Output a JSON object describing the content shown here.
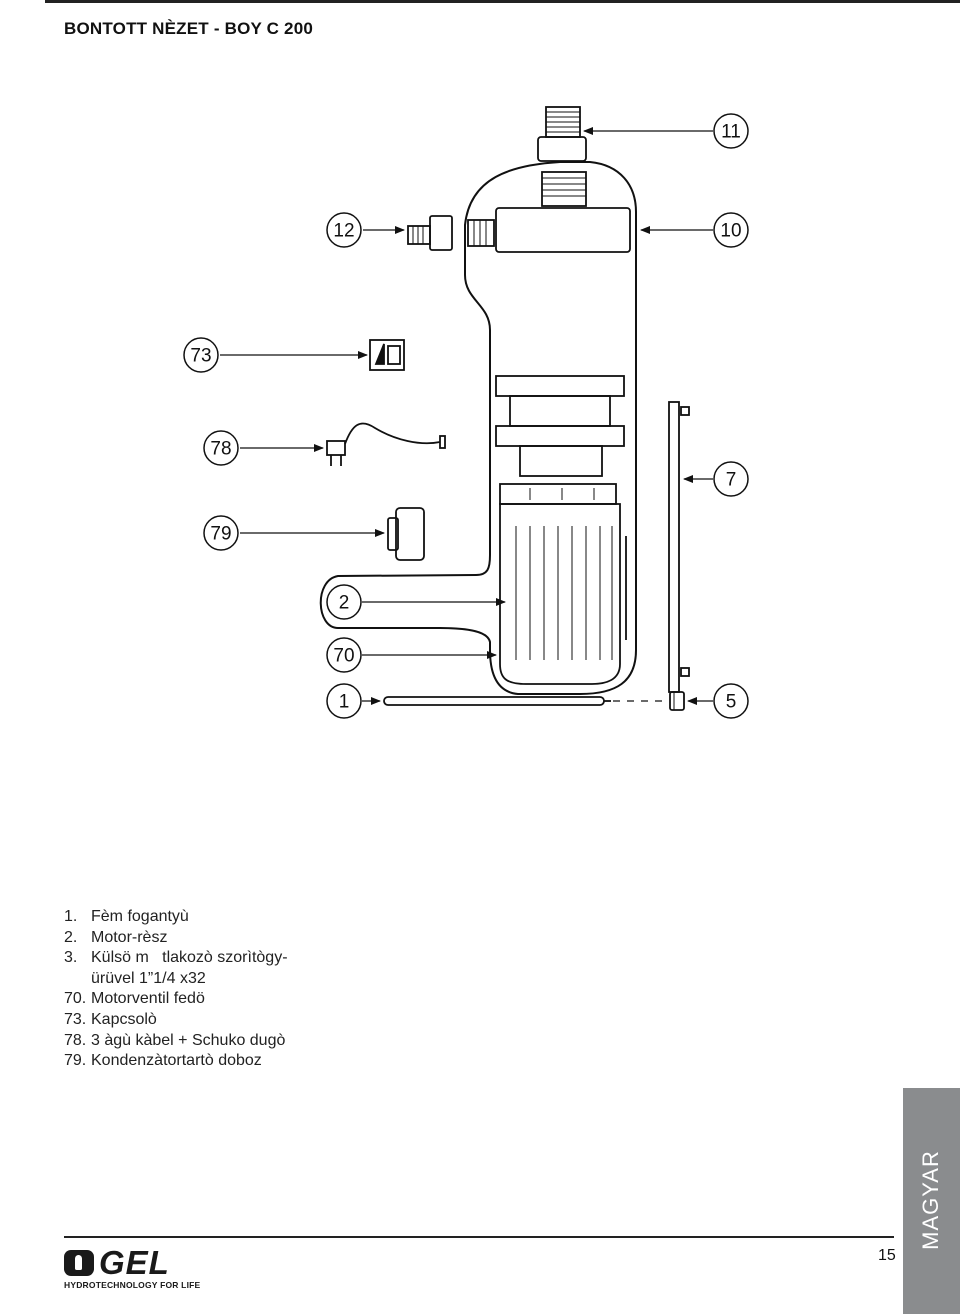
{
  "header": {
    "title": "BONTOTT NÈZET - BOY C 200"
  },
  "diagram": {
    "callouts": [
      "11",
      "12",
      "10",
      "73",
      "78",
      "7",
      "79",
      "2",
      "70",
      "1",
      "5"
    ]
  },
  "legend": {
    "items": [
      {
        "num": "1.",
        "text": "Fèm fogantyù"
      },
      {
        "num": "2.",
        "text": "Motor-rèsz"
      },
      {
        "num": "3.",
        "text": "Külsö m   tlakozò szorìtògy-",
        "cont": "ürüvel 1”1/4 x32"
      },
      {
        "num": "70.",
        "text": "Motorventil fedö"
      },
      {
        "num": "73.",
        "text": "Kapcsolò"
      },
      {
        "num": "78.",
        "text": "3 àgù kàbel + Schuko dugò"
      },
      {
        "num": "79.",
        "text": "Kondenzàtortartò doboz"
      }
    ]
  },
  "side_tab": {
    "label": "MAGYAR",
    "color": "#8a8c8e"
  },
  "footer": {
    "page_number": "15",
    "logo_text": "GEL",
    "tagline": "HYDROTECHNOLOGY FOR LIFE"
  }
}
